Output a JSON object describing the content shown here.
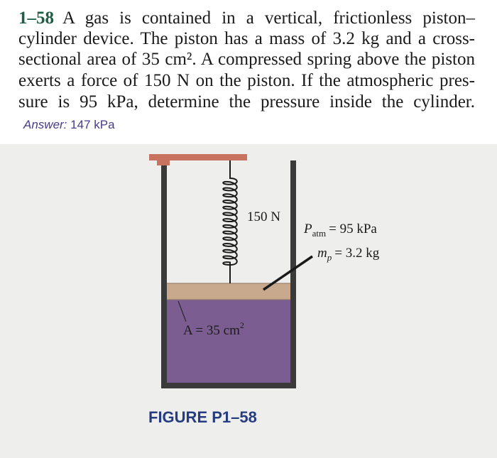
{
  "problem": {
    "number": "1–58",
    "lines": [
      "A gas is contained in a vertical, frictionless piston–",
      "cylinder device. The piston has a mass of 3.2 kg and a cross-",
      "sectional area of 35 cm². A compressed spring above the piston",
      "exerts a force of 150 N on the piston. If the atmospheric pres-",
      "sure is 95 kPa, determine the pressure inside the cylinder."
    ],
    "answer_label": "Answer:",
    "answer_value": "147 kPa"
  },
  "figure": {
    "spring_force_label": "150 N",
    "patm_symbol": "P",
    "patm_subscript": "atm",
    "patm_value": "= 95 kPa",
    "mass_symbol": "m",
    "mass_subscript": "p",
    "mass_value": "= 3.2 kg",
    "area_label": "A = 35 cm",
    "area_exponent": "2",
    "caption": "FIGURE P1–58"
  },
  "colors": {
    "problem_number": "#1f5d46",
    "answer_text": "#4a3b86",
    "caption": "#263c80",
    "gas_fill": "#7c5d91",
    "piston": "#c8a98e",
    "cap": "#c7735f",
    "figure_background": "#eeeeed"
  }
}
